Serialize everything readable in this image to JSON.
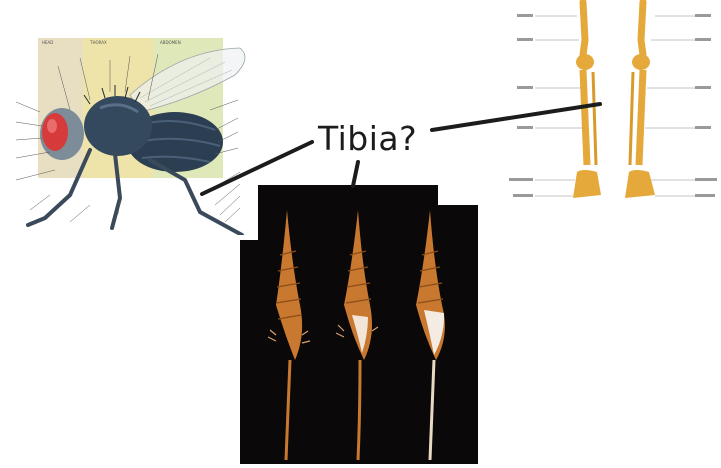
{
  "label": {
    "text": "Tibia?"
  },
  "fly_diagram": {
    "section_headers": [
      "HEAD",
      "THORAX",
      "ABDOMEN"
    ],
    "section_colors": [
      "#e8dfc2",
      "#eee3a8",
      "#dfe8b8"
    ],
    "body_color": "#2c3e52",
    "eye_color": "#d63a3a"
  },
  "skeleton_diagram": {
    "bone_color": "#e4a93a"
  },
  "shells_photo": {
    "background": "#0a0808",
    "shell_color": "#c9782f",
    "count": 3
  }
}
